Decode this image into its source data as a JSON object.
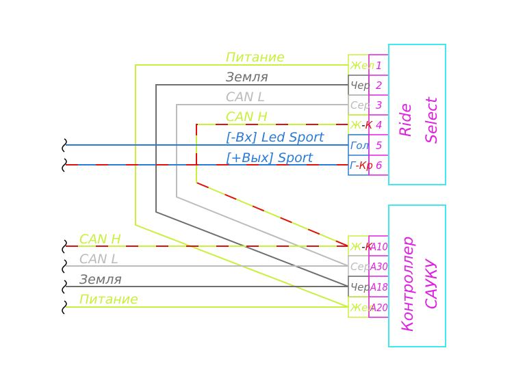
{
  "colors": {
    "yellow_green": "#c8f03c",
    "dark_gray": "#6e6e6e",
    "light_gray": "#bbbbbb",
    "red": "#e01010",
    "blue": "#2a7ad8",
    "magenta": "#e020e0",
    "cyan": "#40e8f0",
    "black": "#000000"
  },
  "ride_select": {
    "title_line1": "Ride",
    "title_line2": "Select",
    "wire_labels": {
      "power": "Питание",
      "ground": "Земля",
      "can_l": "CAN L",
      "can_h": "CAN H",
      "led_sport": "[-Вх] Led Sport",
      "sport": "[+Вых] Sport"
    },
    "pins": [
      {
        "color_code": "Жел",
        "pin": "1"
      },
      {
        "color_code": "Чер",
        "pin": "2"
      },
      {
        "color_code": "Сер",
        "pin": "3"
      },
      {
        "color_code_a": "Ж",
        "color_code_sep": "-",
        "color_code_b": "К",
        "pin": "4"
      },
      {
        "color_code": "Гол",
        "pin": "5"
      },
      {
        "color_code_a": "Г",
        "color_code_sep": "-",
        "color_code_b": "Кр",
        "pin": "6"
      }
    ]
  },
  "controller": {
    "title_line1": "Контроллер",
    "title_line2": "САУКУ",
    "wire_labels": {
      "can_h": "CAN H",
      "can_l": "CAN L",
      "ground": "Земля",
      "power": "Питание"
    },
    "pins": [
      {
        "color_code_a": "Ж",
        "color_code_sep": "-",
        "color_code_b": "К",
        "pin": "A10"
      },
      {
        "color_code": "Сер",
        "pin": "A30"
      },
      {
        "color_code": "Чер",
        "pin": "A18"
      },
      {
        "color_code": "Жел",
        "pin": "A20"
      }
    ]
  }
}
